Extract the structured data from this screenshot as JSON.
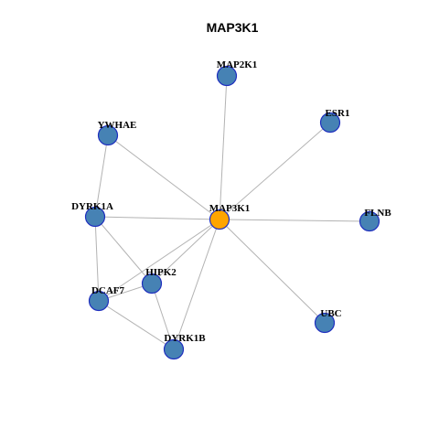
{
  "title": "MAP3K1",
  "colors": {
    "hub_fill": "#ffa500",
    "hub_stroke": "#a0302a",
    "node_fill": "#4682b4",
    "node_stroke": "#1f2fbf",
    "edge": "#b3b3b3"
  },
  "graph": {
    "center": "MAP3K1",
    "nodes": [
      {
        "id": "MAP3K1",
        "label": "MAP3K1",
        "hub": true
      },
      {
        "id": "MAP2K1",
        "label": "MAP2K1"
      },
      {
        "id": "ESR1",
        "label": "ESR1"
      },
      {
        "id": "YWHAE",
        "label": "YWHAE"
      },
      {
        "id": "DYRK1A",
        "label": "DYRK1A"
      },
      {
        "id": "FLNB",
        "label": "FLNB"
      },
      {
        "id": "HIPK2",
        "label": "HIPK2"
      },
      {
        "id": "DCAF7",
        "label": "DCAF7"
      },
      {
        "id": "UBC",
        "label": "UBC"
      },
      {
        "id": "DYRK1B",
        "label": "DYRK1B"
      }
    ],
    "edges": [
      [
        "MAP3K1",
        "MAP2K1"
      ],
      [
        "MAP3K1",
        "ESR1"
      ],
      [
        "MAP3K1",
        "YWHAE"
      ],
      [
        "MAP3K1",
        "DYRK1A"
      ],
      [
        "MAP3K1",
        "FLNB"
      ],
      [
        "MAP3K1",
        "HIPK2"
      ],
      [
        "MAP3K1",
        "DCAF7"
      ],
      [
        "MAP3K1",
        "UBC"
      ],
      [
        "MAP3K1",
        "DYRK1B"
      ],
      [
        "YWHAE",
        "DYRK1A"
      ],
      [
        "DYRK1A",
        "DCAF7"
      ],
      [
        "DYRK1A",
        "HIPK2"
      ],
      [
        "DCAF7",
        "HIPK2"
      ],
      [
        "DCAF7",
        "DYRK1B"
      ],
      [
        "HIPK2",
        "DYRK1B"
      ]
    ]
  }
}
